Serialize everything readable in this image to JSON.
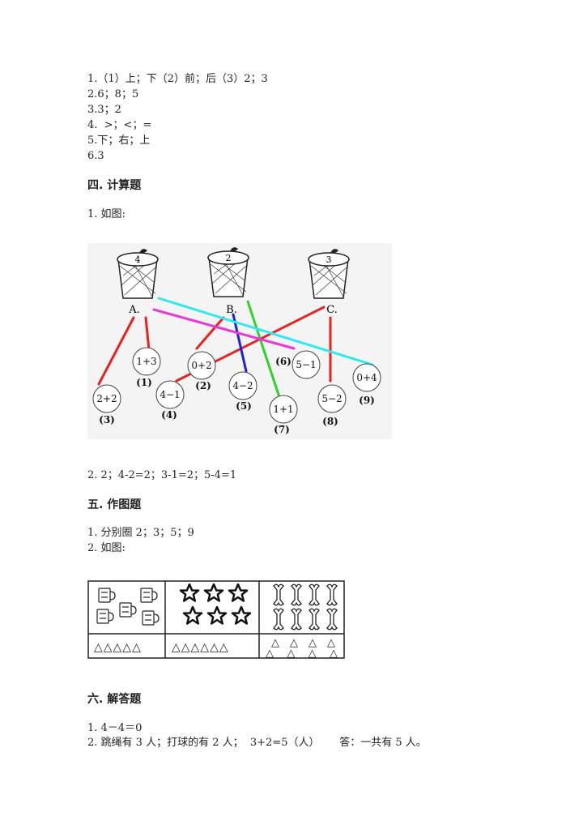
{
  "section3_answers": [
    "1.（1）上；下（2）前；后（3）2；3",
    "2.6；8；5",
    "3.3；2",
    "4.  >；<；=",
    "5.下；右；上",
    "6.3"
  ],
  "section4": {
    "heading": "四. 计算题",
    "item1": "1. 如图:",
    "item2": "2. 2；4-2=2；3-1=2；5-4=1",
    "figure": {
      "baskets": [
        {
          "number": "4",
          "label": "A."
        },
        {
          "number": "2",
          "label": "B."
        },
        {
          "number": "3",
          "label": "C."
        }
      ],
      "circles": [
        {
          "expr": "2+2",
          "tag": "(3)"
        },
        {
          "expr": "1+3",
          "tag": "(1)"
        },
        {
          "expr": "4−1",
          "tag": "(4)"
        },
        {
          "expr": "0+2",
          "tag": "(2)"
        },
        {
          "expr": "4−2",
          "tag": "(5)"
        },
        {
          "expr": "1+1",
          "tag": "(7)"
        },
        {
          "expr": "5−1",
          "tag": "(6)"
        },
        {
          "expr": "5−2",
          "tag": "(8)"
        },
        {
          "expr": "0+4",
          "tag": "(9)"
        }
      ],
      "line_colors": {
        "red": "#e8221e",
        "blue": "#1f22d8",
        "green": "#2fd22a",
        "magenta": "#e53ad8",
        "cyan": "#2fe8f0"
      }
    }
  },
  "section5": {
    "heading": "五. 作图题",
    "item1": "1. 分别圈 2；3；5；9",
    "item2": "2. 如图:",
    "figure": {
      "cells": [
        {
          "icon": "cup-icon",
          "count": 5,
          "triangles": "△△△△△"
        },
        {
          "icon": "star-icon",
          "count": 6,
          "triangles": "△△△△△△"
        },
        {
          "icon": "bone-icon",
          "count": 8,
          "triangles": "△△△△△△△△"
        }
      ]
    }
  },
  "section6": {
    "heading": "六. 解答题",
    "item1": "1. 4－4＝0",
    "item2": "2. 跳绳有 3 人；打球的有 2 人；  3+2=5（人）      答：一共有 5 人。"
  }
}
